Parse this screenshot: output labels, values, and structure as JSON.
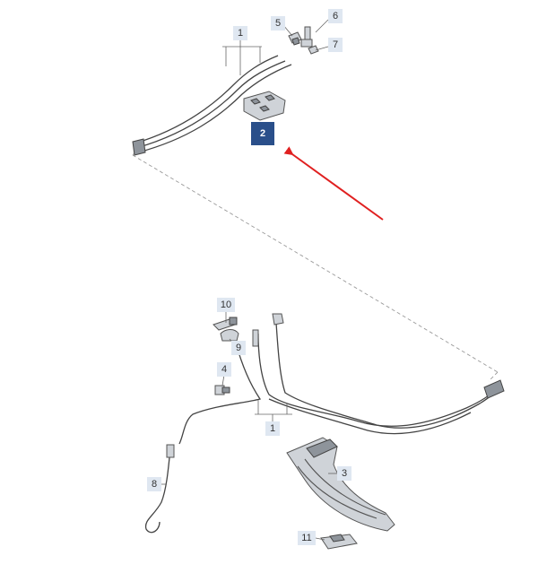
{
  "labels": {
    "l1_top": "1",
    "l2": "2",
    "l3": "3",
    "l4": "4",
    "l5": "5",
    "l6": "6",
    "l7": "7",
    "l8": "8",
    "l9": "9",
    "l10": "10",
    "l11": "11",
    "l1_bottom": "1"
  },
  "colors": {
    "highlight_label": "#2a4f8a",
    "arrow": "#e02020",
    "label_box": "#dfe7f1"
  }
}
